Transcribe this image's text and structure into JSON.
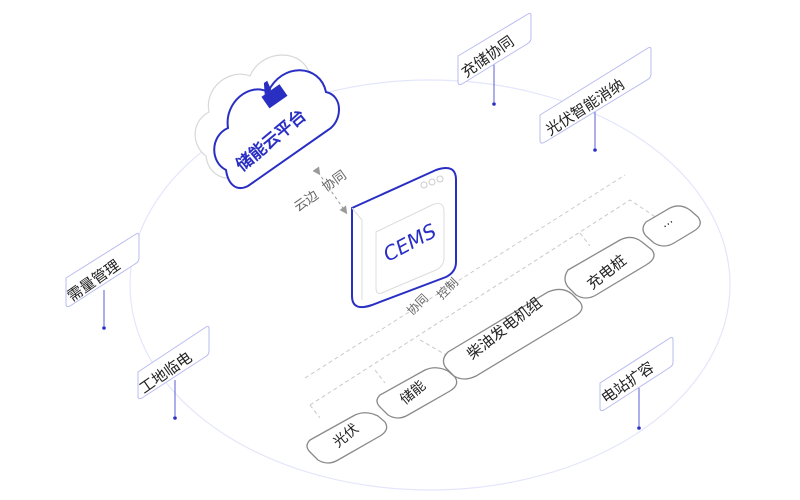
{
  "cloud": {
    "label": "储能云平台",
    "icon": "box-hand-icon"
  },
  "cems": {
    "label": "CEMS"
  },
  "links": {
    "cloud_edge": [
      "云边",
      "协同"
    ],
    "cems_devices": [
      "协同",
      "控制"
    ]
  },
  "devices": [
    {
      "label": "光伏"
    },
    {
      "label": "储能"
    },
    {
      "label": "柴油发电机组"
    },
    {
      "label": "充电桩"
    },
    {
      "label": "..."
    }
  ],
  "scenarios": [
    {
      "label": "充储协同"
    },
    {
      "label": "光伏智能消纳"
    },
    {
      "label": "需量管理"
    },
    {
      "label": "工地临电"
    },
    {
      "label": "电站扩容"
    }
  ],
  "colors": {
    "accent": "#2a2fc4",
    "tag_border": "#b8bcf0",
    "ring": "#e4e6fb",
    "device_border": "#8a8a8a",
    "dash": "#c8c8c8"
  }
}
